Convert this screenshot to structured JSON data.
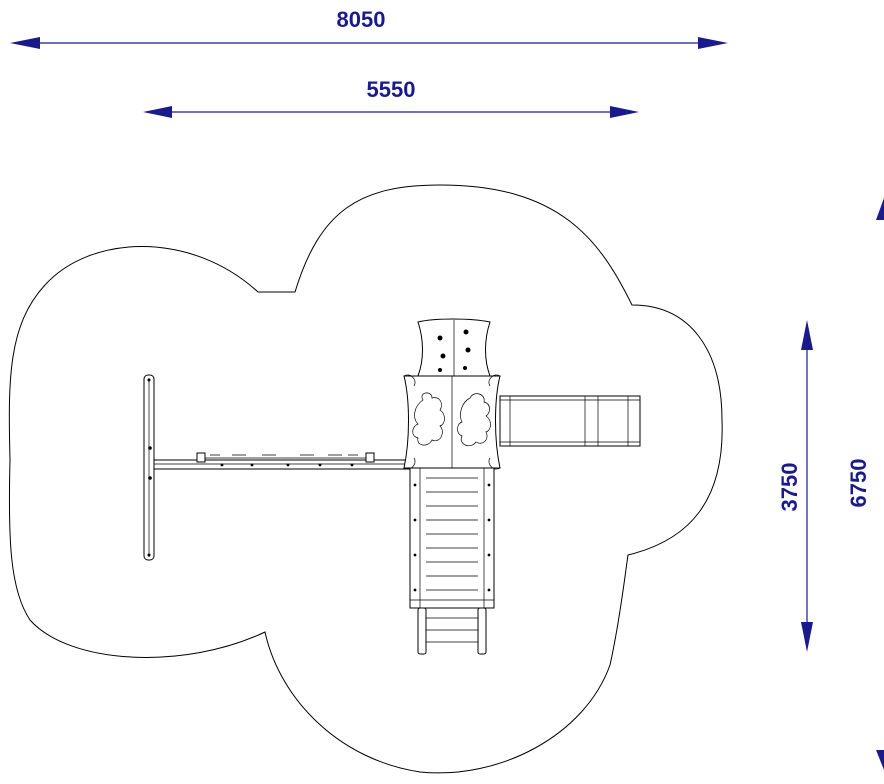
{
  "dimensions": {
    "overall_width": "8050",
    "equipment_width": "5550",
    "equipment_depth": "3750",
    "overall_depth": "6750"
  },
  "colors": {
    "dimension": "#1a1a8c",
    "drawing": "#000000"
  }
}
